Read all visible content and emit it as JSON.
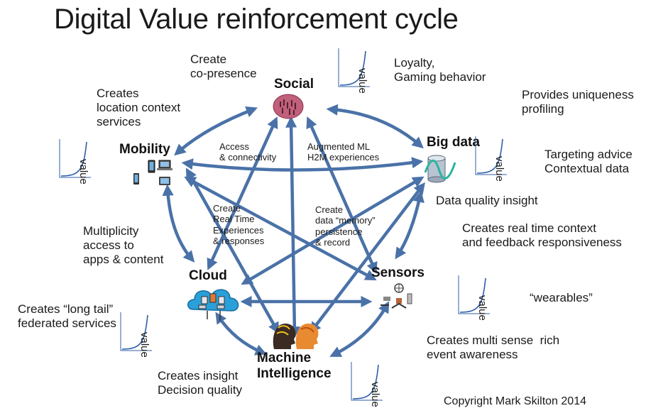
{
  "title": "Digital Value reinforcement cycle",
  "nodes": {
    "social": "Social",
    "big_data": "Big data",
    "mobility": "Mobility",
    "cloud": "Cloud",
    "sensors": "Sensors",
    "machine_intelligence": "Machine\nIntelligence"
  },
  "annotations": {
    "create_copresence": "Create\nco-presence",
    "loyalty": "Loyalty,\nGaming behavior",
    "uniqueness": "Provides uniqueness\nprofiling",
    "targeting": "Targeting advice\nContextual data",
    "data_quality": "Data quality insight",
    "location": "Creates\nlocation context\nservices",
    "multiplicity": "Multiplicity\naccess to\napps & content",
    "long_tail": "Creates “long tail”\nfederated services",
    "realtime_context": "Creates real time context\nand feedback responsiveness",
    "wearables": "“wearables”",
    "multisense": "Creates multi sense  rich\nevent awareness",
    "insight": "Creates insight\nDecision quality"
  },
  "inner_labels": {
    "access": "Access\n& connectivity",
    "augmented": "Augmented ML\nH2M experiences",
    "realtime_exp": "Create\nReal Time\nExperiences\n& responses",
    "memory": "Create\ndata “memory”\npersistence\n& record"
  },
  "value_label": "value",
  "copyright": "Copyright Mark Skilton 2014",
  "colors": {
    "arrow": "#4a72a8",
    "value_curve": "#2f5fa8",
    "social_bubble": "#c0607a",
    "cloud_fill": "#2a9fd8"
  },
  "icons": [
    "people-cluster-icon",
    "database-cylinder-icon",
    "mobile-devices-icon",
    "cloud-servers-icon",
    "sensor-gadgets-icon",
    "brain-heads-icon"
  ]
}
